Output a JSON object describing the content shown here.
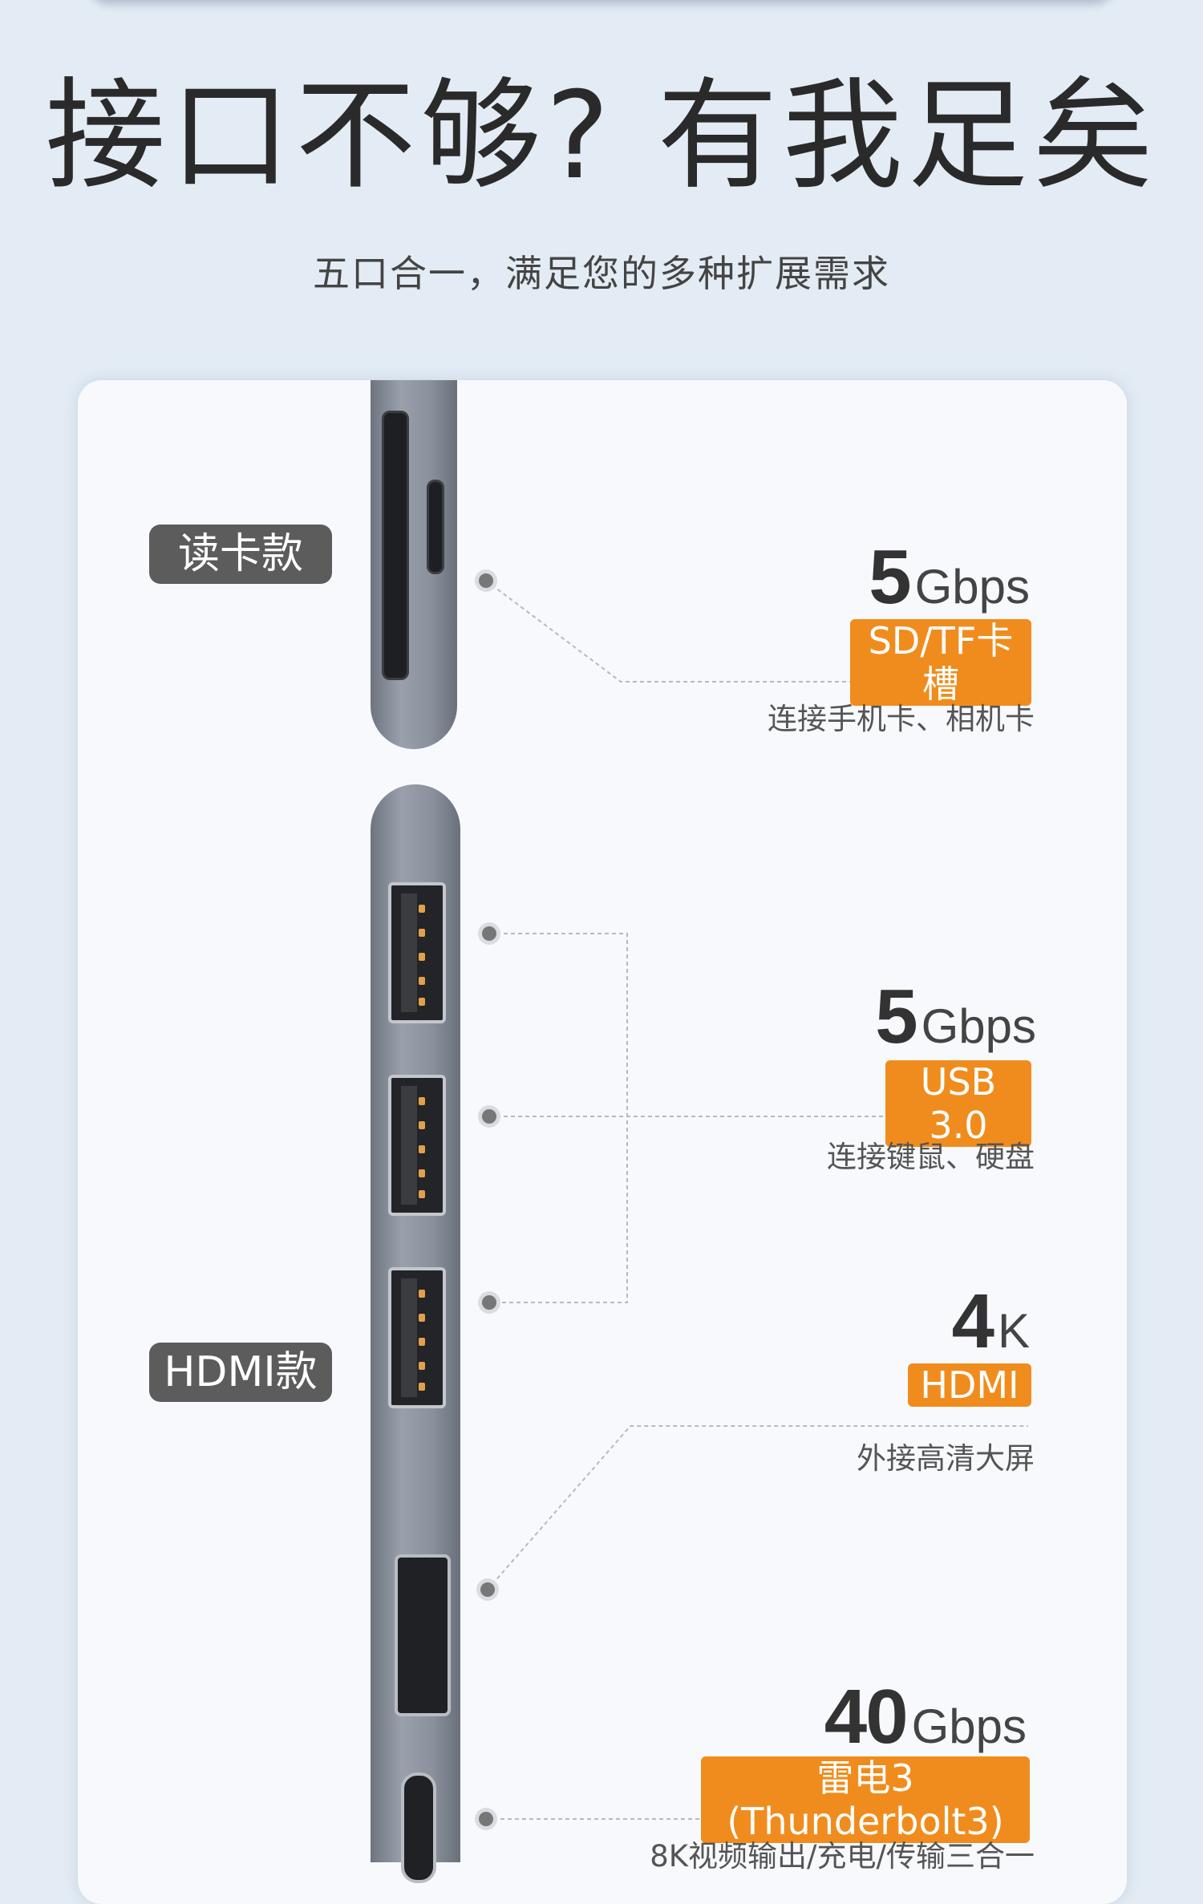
{
  "headline": "接口不够? 有我足矣",
  "subheadline": "五口合一，满足您的多种扩展需求",
  "variants": {
    "card_reader": "读卡款",
    "hdmi": "HDMI款"
  },
  "specs": [
    {
      "number": "5",
      "unit": "Gbps",
      "tag": "SD/TF卡槽",
      "desc": "连接手机卡、相机卡"
    },
    {
      "number": "5",
      "unit": "Gbps",
      "tag": "USB 3.0",
      "desc": "连接键鼠、硬盘"
    },
    {
      "number": "4",
      "unit": "K",
      "tag": "HDMI",
      "desc": "外接高清大屏"
    },
    {
      "number": "40",
      "unit": "Gbps",
      "tag": "雷电3 (Thunderbolt3)",
      "desc": "8K视频输出/充电/传输三合一"
    }
  ],
  "colors": {
    "accent": "#f08c1d",
    "badge": "#5c5c5c",
    "background": "#e3ecf5"
  },
  "icons": [
    "sd-slot-icon",
    "tf-slot-icon",
    "usb-port-icon",
    "hdmi-port-icon",
    "typec-port-icon"
  ]
}
